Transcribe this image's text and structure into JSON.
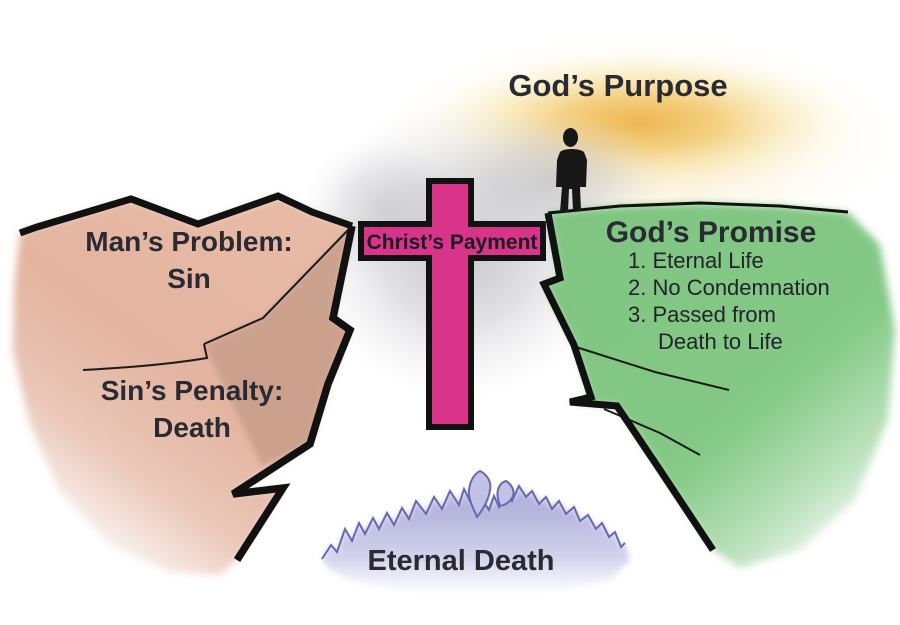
{
  "diagram": {
    "top": {
      "gods_purpose": "God’s Purpose"
    },
    "left_cliff": {
      "mans_problem_line1": "Man’s Problem:",
      "mans_problem_line2": "Sin",
      "sins_penalty_line1": "Sin’s Penalty:",
      "sins_penalty_line2": "Death"
    },
    "cross": {
      "label": "Christ’s Payment"
    },
    "right_cliff": {
      "title": "God’s Promise",
      "items": [
        "1. Eternal Life",
        "2. No Condemnation",
        "3. Passed from",
        "Death to Life"
      ]
    },
    "bottom": {
      "eternal_death": "Eternal Death"
    }
  },
  "colors": {
    "cross_fill": "#d8348a",
    "left_cliff_fill": "#e5b7a3",
    "left_cliff_shadow": "#c79e8b",
    "right_cliff_fill": "#82c783",
    "flame_fill": "#b5b5de",
    "flame_outline": "#6868b2",
    "glow": "#eeb950",
    "cloud_gray": "#c4c4c9",
    "outline_black": "#111111",
    "figure_black": "#171717",
    "text_dark": "#2a2a32"
  }
}
